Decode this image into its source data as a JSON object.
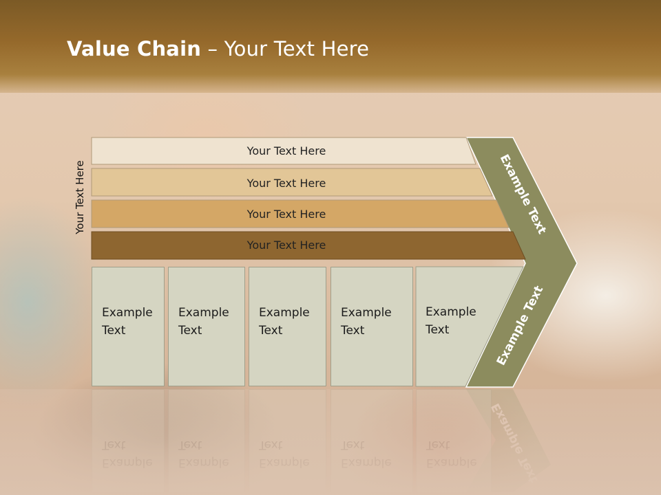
{
  "slide": {
    "title_bold": "Value Chain",
    "title_rest": " – Your Text Here",
    "side_label": "Your Text Here"
  },
  "bars": [
    {
      "label": "Your Text Here",
      "color": "#efe3d0"
    },
    {
      "label": "Your Text Here",
      "color": "#e2c697"
    },
    {
      "label": "Your Text Here",
      "color": "#d4a766"
    },
    {
      "label": "Your Text Here",
      "color": "#8e6630"
    }
  ],
  "boxes": [
    {
      "line1": "Example",
      "line2": "Text"
    },
    {
      "line1": "Example",
      "line2": "Text"
    },
    {
      "line1": "Example",
      "line2": "Text"
    },
    {
      "line1": "Example",
      "line2": "Text"
    },
    {
      "line1": "Example",
      "line2": "Text"
    }
  ],
  "chevron": {
    "upper_label": "Example Text",
    "lower_label": "Example Text",
    "color": "#8c8c5e"
  }
}
